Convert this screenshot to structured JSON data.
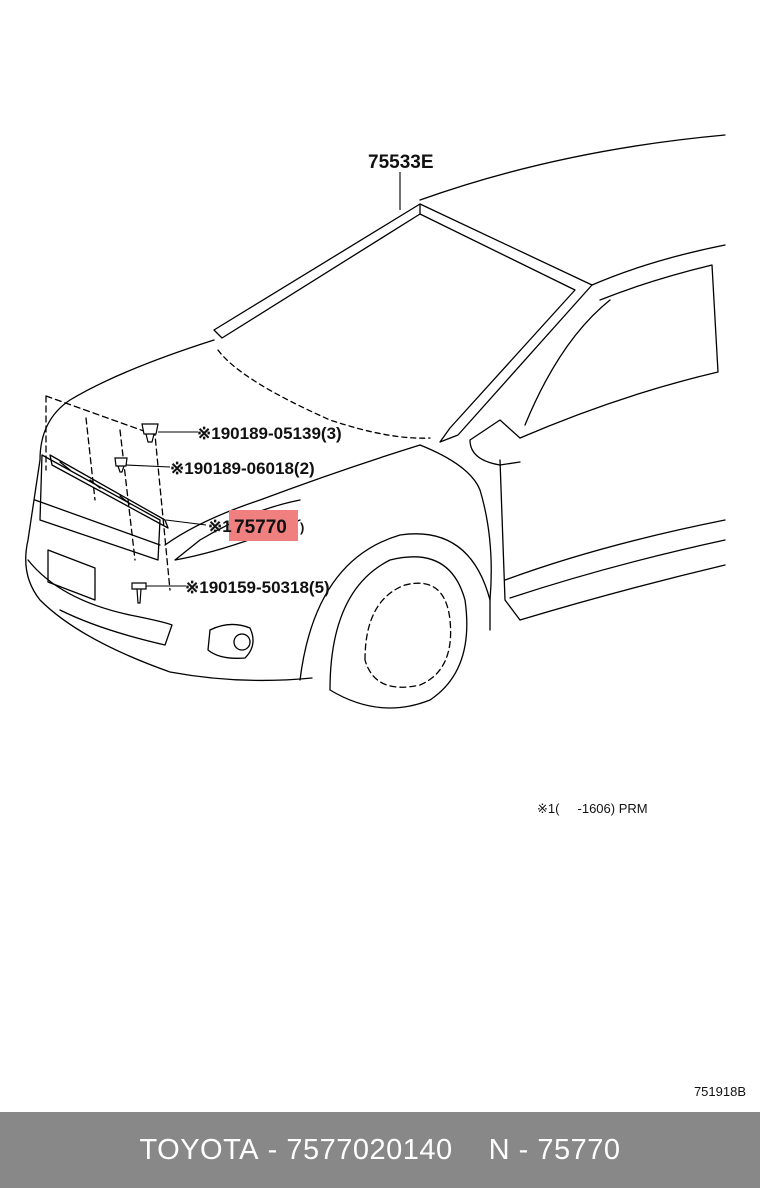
{
  "diagram": {
    "labels": {
      "glass_weatherstrip": "75533E",
      "clip_a": "※190189-05139(3)",
      "clip_b": "※190189-06018(2)",
      "part_prefix": "※1",
      "part_number": "75770",
      "part_suffix": ")",
      "screw": "※190159-50318(5)"
    },
    "highlight_color": "#f08080",
    "note": "※1(     -1606) PRM",
    "figure_code": "751918B"
  },
  "footer": {
    "brand": "TOYOTA",
    "sep1": "-",
    "oem_number": "7577020140",
    "prefix": "N",
    "sep2": "-",
    "part_number": "75770"
  }
}
